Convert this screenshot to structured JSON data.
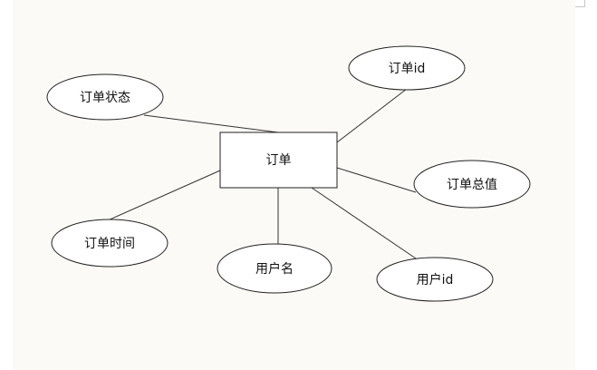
{
  "entity": {
    "label": "订单"
  },
  "attributes": [
    {
      "id": "attr-status",
      "label": "订单状态"
    },
    {
      "id": "attr-id",
      "label": "订单id"
    },
    {
      "id": "attr-total",
      "label": "订单总值"
    },
    {
      "id": "attr-time",
      "label": "订单时间"
    },
    {
      "id": "attr-username",
      "label": "用户名"
    },
    {
      "id": "attr-userid",
      "label": "用户id"
    }
  ],
  "colors": {
    "background": "#fbfaf6",
    "stroke": "#222222",
    "connector": "#333333"
  }
}
